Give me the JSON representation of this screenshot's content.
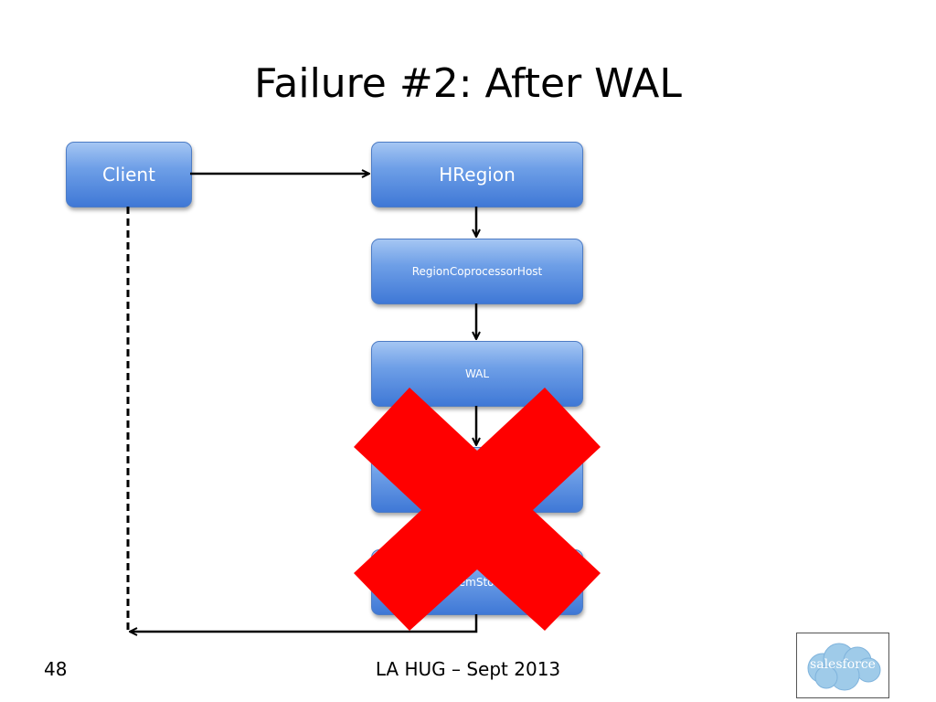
{
  "title": "Failure #2: After WAL",
  "nodes": {
    "client": "Client",
    "hregion": "HRegion",
    "coprocessor": "RegionCoprocessorHost",
    "wal": "WAL",
    "memstore": "MemStore"
  },
  "footer": {
    "slide_number": "48",
    "text": "LA HUG – Sept 2013"
  },
  "logo": {
    "text": "salesforce",
    "cloud_color": "#9fcbe9"
  },
  "colors": {
    "box_top": "#a5c6f3",
    "box_bottom": "#3f78d6",
    "failure_mark": "#ff0000"
  }
}
